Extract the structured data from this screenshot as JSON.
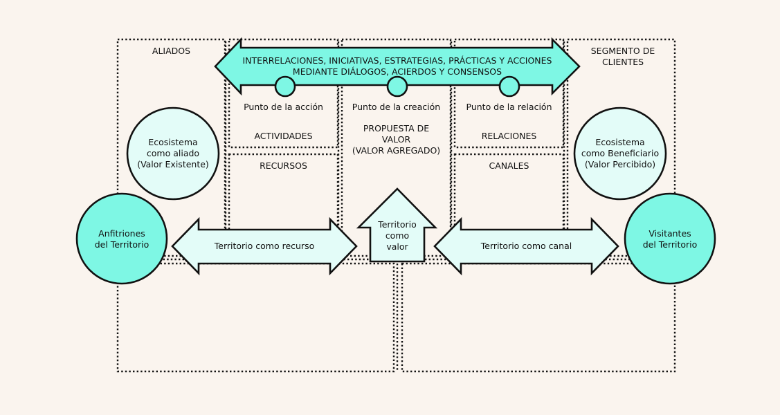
{
  "colors": {
    "background": "#faf4ee",
    "accent": "#7ef7e4",
    "light": "#e3fcf8",
    "stroke": "#111111"
  },
  "banner": {
    "line1": "INTERRELACIONES, INICIATIVAS, ESTRATEGIAS, PRÁCTICAS Y ACCIONES",
    "line2": "MEDIANTE DIÁLOGOS, ACIERDOS Y CONSENSOS"
  },
  "blocks": {
    "aliados": "ALIADOS",
    "segmento_line1": "SEGMENTO DE",
    "segmento_line2": "CLIENTES",
    "actividades": "ACTIVIDADES",
    "recursos": "RECURSOS",
    "propuesta_line1": "PROPUESTA DE",
    "propuesta_line2": "VALOR",
    "propuesta_line3": "(VALOR AGREGADO)",
    "relaciones": "RELACIONES",
    "canales": "CANALES"
  },
  "points": {
    "accion": "Punto de la acción",
    "creacion": "Punto de la creación",
    "relacion": "Punto de la relación"
  },
  "circles": {
    "aliado_line1": "Ecosistema",
    "aliado_line2": "como aliado",
    "aliado_line3": "(Valor Existente)",
    "beneficiario_line1": "Ecosistema",
    "beneficiario_line2": "como Beneficiario",
    "beneficiario_line3": "(Valor Percibido)",
    "anfitriones_line1": "Anfitriones",
    "anfitriones_line2": "del Territorio",
    "visitantes_line1": "Visitantes",
    "visitantes_line2": "del Territorio"
  },
  "arrows": {
    "recurso": "Territorio como recurso",
    "canal": "Territorio como canal",
    "valor_line1": "Territorio",
    "valor_line2": "como",
    "valor_line3": "valor"
  }
}
